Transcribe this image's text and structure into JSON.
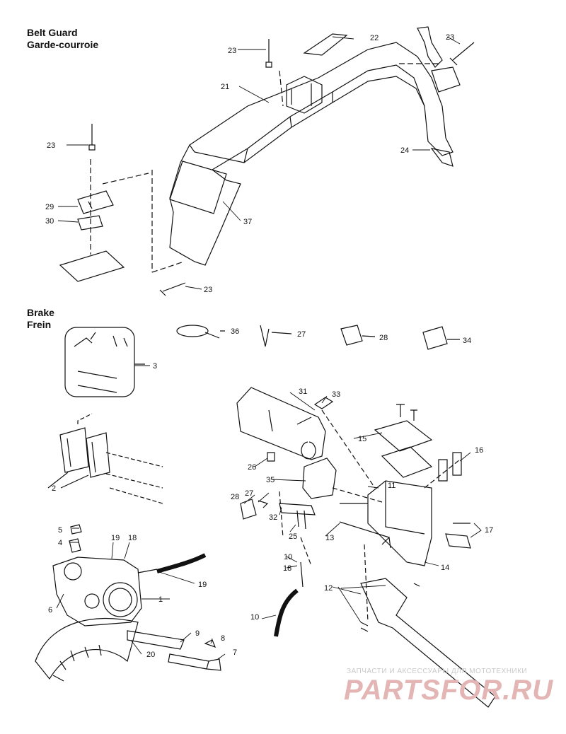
{
  "sections": {
    "belt_guard": {
      "title_en": "Belt Guard",
      "title_fr": "Garde-courroie"
    },
    "brake": {
      "title_en": "Brake",
      "title_fr": "Frein"
    }
  },
  "callouts": [
    "22",
    "23",
    "23",
    "21",
    "23",
    "24",
    "29",
    "30",
    "37",
    "23",
    "36",
    "27",
    "28",
    "34",
    "3",
    "31",
    "33",
    "15",
    "16",
    "26",
    "2",
    "35",
    "11",
    "17",
    "28",
    "27",
    "32",
    "25",
    "13",
    "5",
    "4",
    "19",
    "18",
    "10",
    "19",
    "18",
    "14",
    "12",
    "1",
    "6",
    "10",
    "9",
    "8",
    "7",
    "20"
  ],
  "watermark": {
    "line1": "ЗАПЧАСТИ И АКСЕССУАРЫ ДЛЯ МОТОТЕХНИКИ",
    "brand": "PARTSFOR.RU"
  },
  "colors": {
    "line": "#111111",
    "watermark_text": "#e3b5b5",
    "watermark_sub": "#c9c9c9"
  }
}
